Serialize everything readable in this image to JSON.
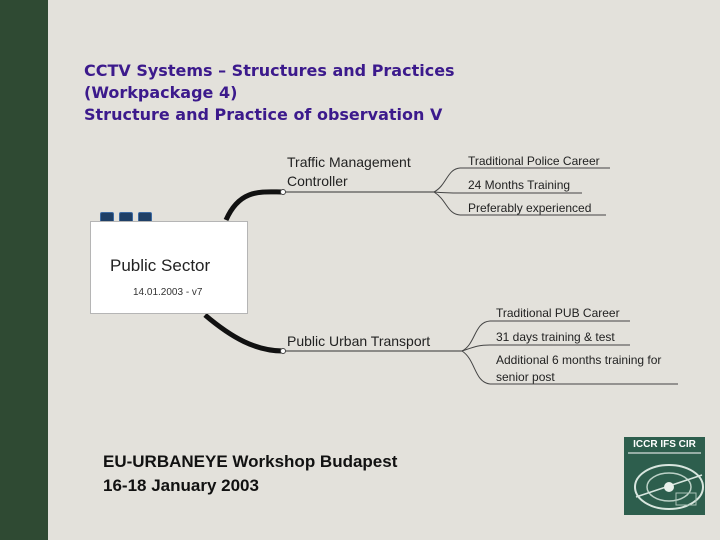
{
  "slide": {
    "title_lines": [
      "CCTV Systems – Structures and Practices",
      "(Workpackage 4)",
      "Structure and Practice of observation V"
    ],
    "central": {
      "title": "Public Sector",
      "date": "14.01.2003 - v7"
    },
    "branches": [
      {
        "lines": [
          "Traffic Management",
          "Controller"
        ],
        "leaves": [
          "Traditional Police Career",
          "24 Months Training",
          "Preferably experienced"
        ]
      },
      {
        "lines": [
          "Public Urban Transport"
        ],
        "leaves": [
          "Traditional PUB Career",
          "31 days training & test",
          "Additional 6 months training for",
          "senior post"
        ]
      }
    ],
    "footer_lines": [
      "EU-URBANEYE Workshop Budapest",
      "16-18 January 2003"
    ],
    "logo_text": "ICCR IFS CIR",
    "colors": {
      "sidebar": "#2f4a33",
      "title": "#3c1a8c",
      "background": "#e3e1db",
      "logo": "#2d5e4d"
    }
  }
}
